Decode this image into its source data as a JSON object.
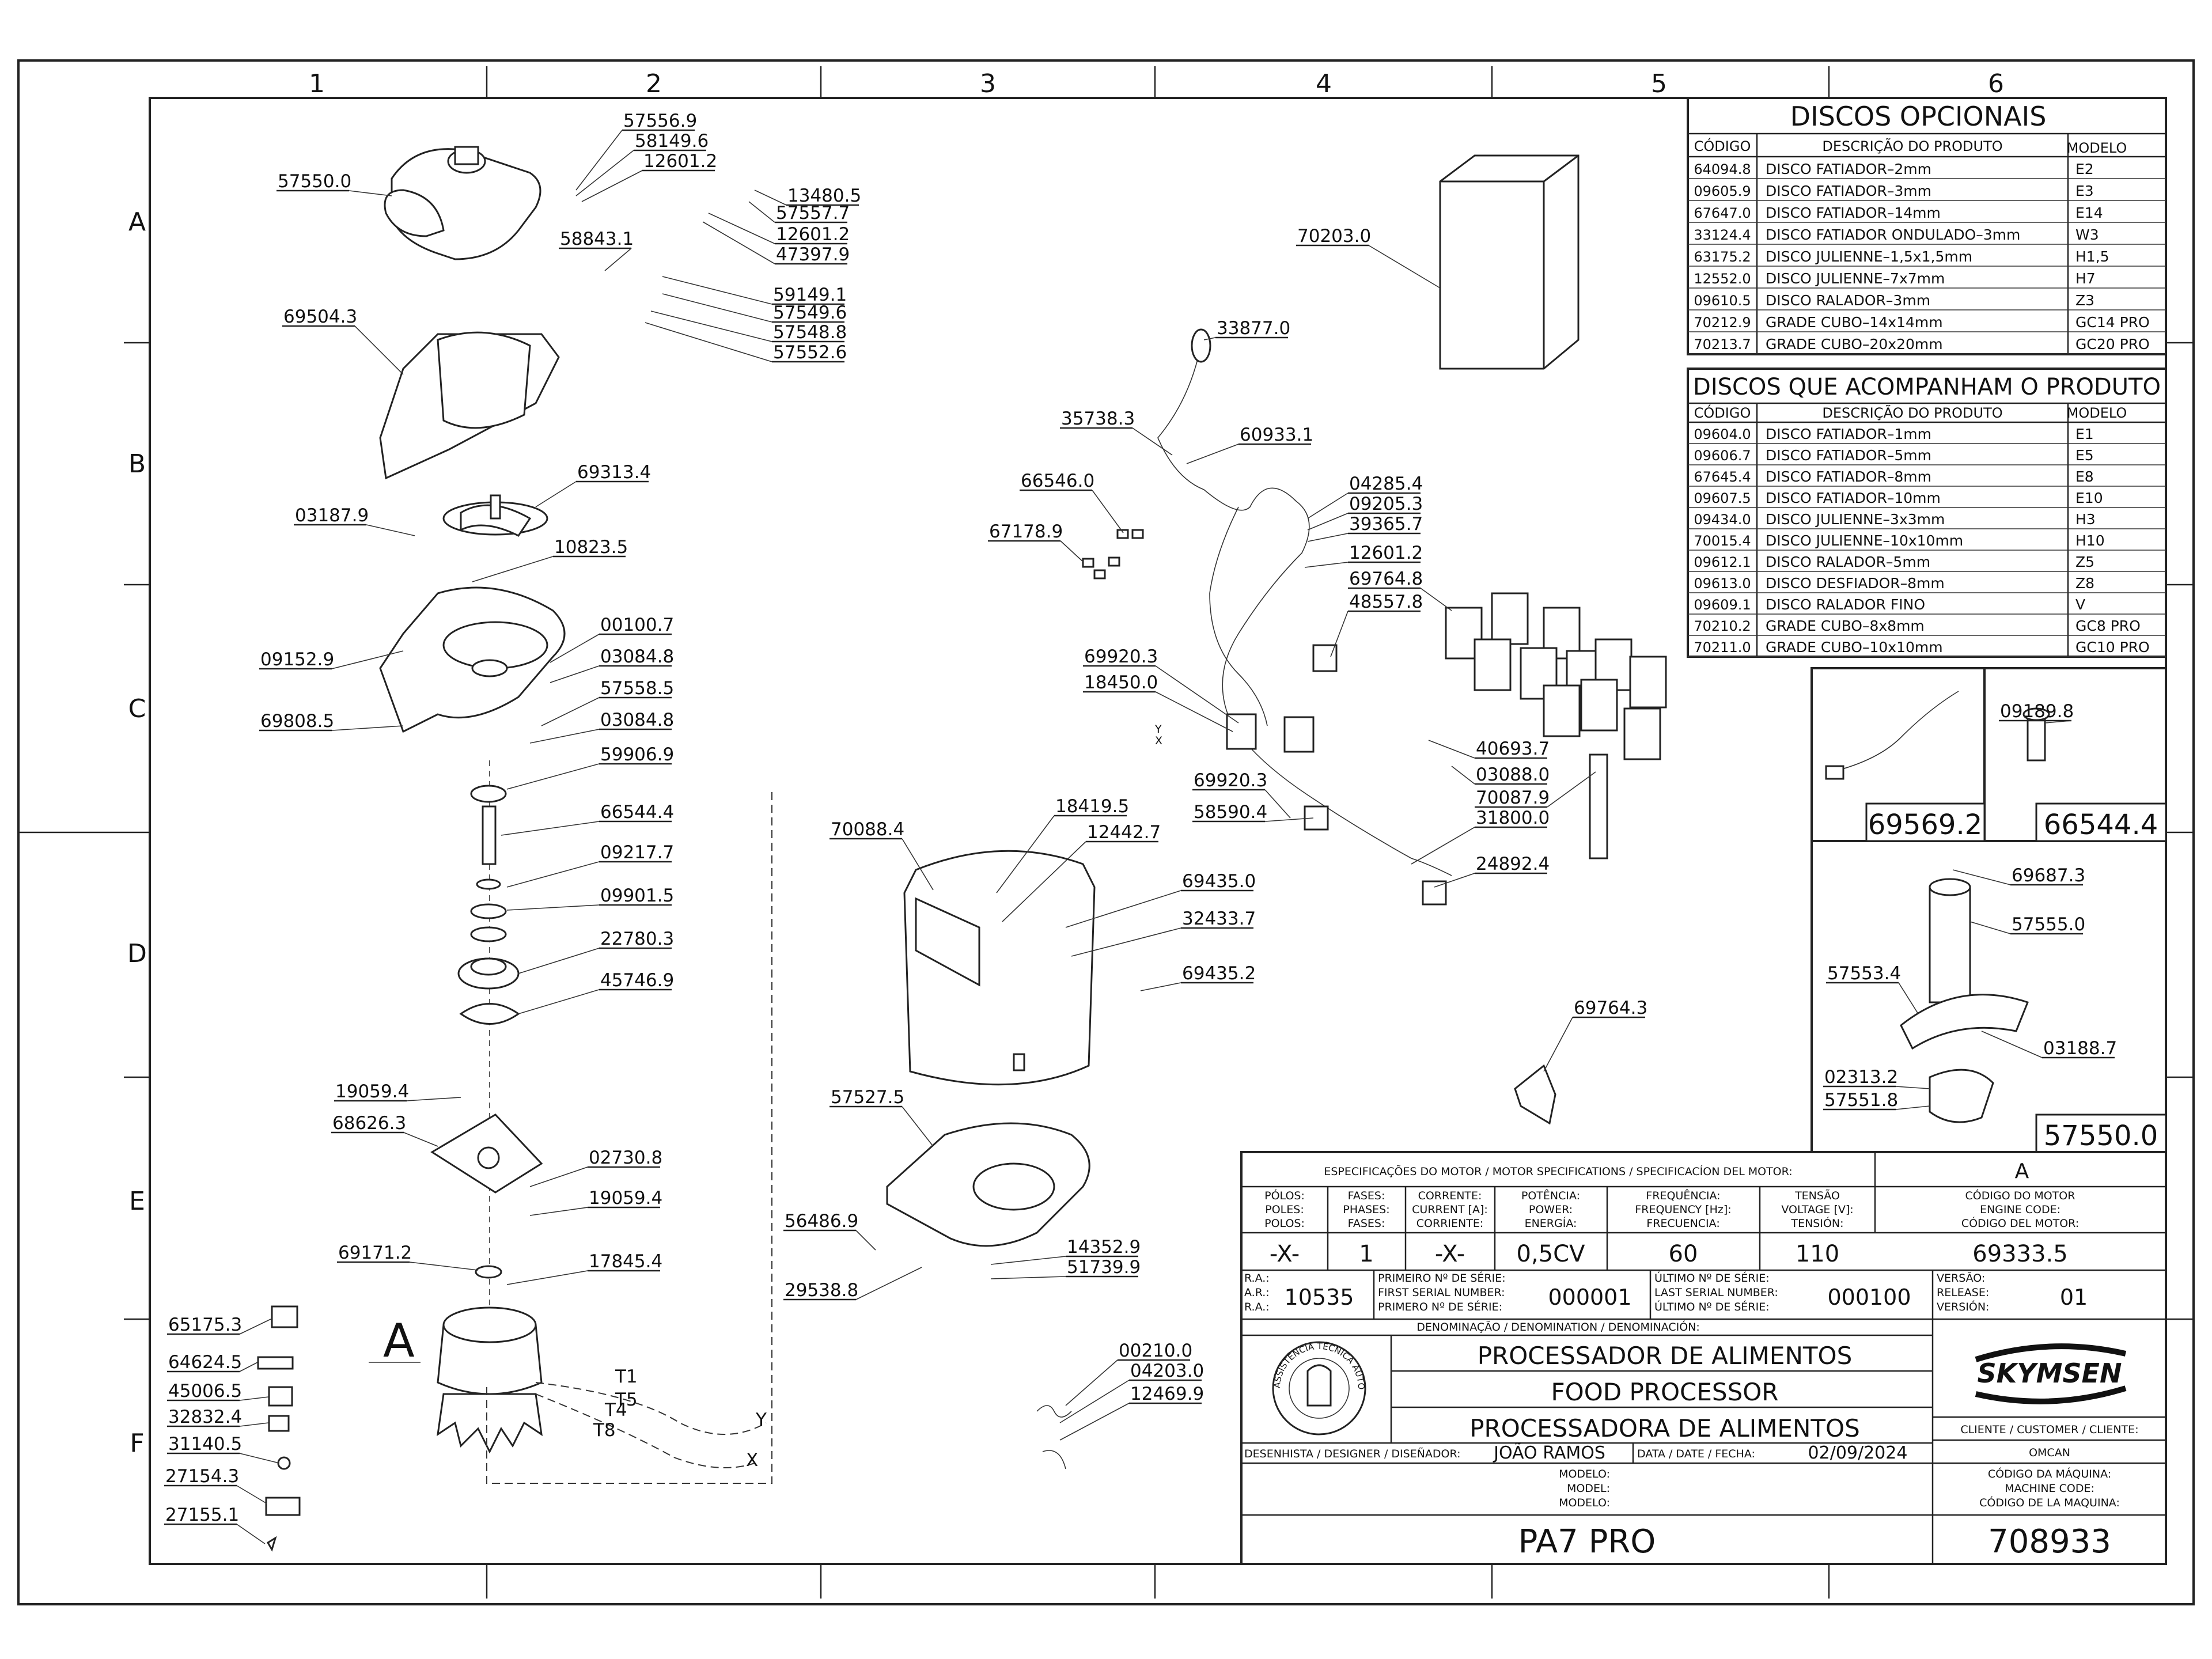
{
  "grid": {
    "columns": [
      "1",
      "2",
      "3",
      "4",
      "5",
      "6"
    ],
    "rows": [
      "A",
      "B",
      "C",
      "D",
      "E",
      "F"
    ]
  },
  "callouts": [
    {
      "id": "57556.9"
    },
    {
      "id": "58149.6"
    },
    {
      "id": "12601.2"
    },
    {
      "id": "57550.0"
    },
    {
      "id": "13480.5"
    },
    {
      "id": "57557.7"
    },
    {
      "id": "12601.2"
    },
    {
      "id": "47397.9"
    },
    {
      "id": "58843.1"
    },
    {
      "id": "59149.1"
    },
    {
      "id": "57549.6"
    },
    {
      "id": "57548.8"
    },
    {
      "id": "57552.6"
    },
    {
      "id": "69504.3"
    },
    {
      "id": "69313.4"
    },
    {
      "id": "03187.9"
    },
    {
      "id": "10823.5"
    },
    {
      "id": "00100.7"
    },
    {
      "id": "09152.9"
    },
    {
      "id": "03084.8"
    },
    {
      "id": "57558.5"
    },
    {
      "id": "69808.5"
    },
    {
      "id": "03084.8"
    },
    {
      "id": "59906.9"
    },
    {
      "id": "66544.4"
    },
    {
      "id": "09217.7"
    },
    {
      "id": "09901.5"
    },
    {
      "id": "22780.3"
    },
    {
      "id": "45746.9"
    },
    {
      "id": "19059.4"
    },
    {
      "id": "68626.3"
    },
    {
      "id": "02730.8"
    },
    {
      "id": "19059.4"
    },
    {
      "id": "69171.2"
    },
    {
      "id": "17845.4"
    },
    {
      "id": "65175.3"
    },
    {
      "id": "64624.5"
    },
    {
      "id": "45006.5"
    },
    {
      "id": "32832.4"
    },
    {
      "id": "31140.5"
    },
    {
      "id": "27154.3"
    },
    {
      "id": "27155.1"
    },
    {
      "id": "70203.0"
    },
    {
      "id": "33877.0"
    },
    {
      "id": "35738.3"
    },
    {
      "id": "60933.1"
    },
    {
      "id": "66546.0"
    },
    {
      "id": "67178.9"
    },
    {
      "id": "04285.4"
    },
    {
      "id": "09205.3"
    },
    {
      "id": "39365.7"
    },
    {
      "id": "12601.2"
    },
    {
      "id": "69764.8"
    },
    {
      "id": "48557.8"
    },
    {
      "id": "69920.3"
    },
    {
      "id": "18450.0"
    },
    {
      "id": "40693.7"
    },
    {
      "id": "03088.0"
    },
    {
      "id": "69920.3"
    },
    {
      "id": "70087.9"
    },
    {
      "id": "58590.4"
    },
    {
      "id": "31800.0"
    },
    {
      "id": "24892.4"
    },
    {
      "id": "70088.4"
    },
    {
      "id": "18419.5"
    },
    {
      "id": "12442.7"
    },
    {
      "id": "69435.0"
    },
    {
      "id": "32433.7"
    },
    {
      "id": "69435.2"
    },
    {
      "id": "69764.3"
    },
    {
      "id": "57527.5"
    },
    {
      "id": "56486.9"
    },
    {
      "id": "14352.9"
    },
    {
      "id": "51739.9"
    },
    {
      "id": "29538.8"
    },
    {
      "id": "00210.0"
    },
    {
      "id": "04203.0"
    },
    {
      "id": "12469.9"
    },
    {
      "id": "09189.8"
    },
    {
      "id": "69687.3"
    },
    {
      "id": "57555.0"
    },
    {
      "id": "57553.4"
    },
    {
      "id": "03188.7"
    },
    {
      "id": "02313.2"
    },
    {
      "id": "57551.8"
    }
  ],
  "wire_labels": [
    "T1",
    "T5",
    "T4",
    "T8",
    "Y",
    "X",
    "Y",
    "X"
  ],
  "view_marker": "A",
  "boxed_labels": {
    "kit1": "69569.2",
    "kit2": "66544.4",
    "kit3": "57550.0"
  },
  "optional_discs": {
    "title": "DISCOS OPCIONAIS",
    "headers": [
      "CÓDIGO",
      "DESCRIÇÃO DO PRODUTO",
      "MODELO"
    ],
    "rows": [
      [
        "64094.8",
        "DISCO FATIADOR–2mm",
        "E2"
      ],
      [
        "09605.9",
        "DISCO FATIADOR–3mm",
        "E3"
      ],
      [
        "67647.0",
        "DISCO FATIADOR–14mm",
        "E14"
      ],
      [
        "33124.4",
        "DISCO FATIADOR ONDULADO–3mm",
        "W3"
      ],
      [
        "63175.2",
        "DISCO JULIENNE–1,5x1,5mm",
        "H1,5"
      ],
      [
        "12552.0",
        "DISCO JULIENNE–7x7mm",
        "H7"
      ],
      [
        "09610.5",
        "DISCO RALADOR–3mm",
        "Z3"
      ],
      [
        "70212.9",
        "GRADE CUBO–14x14mm",
        "GC14 PRO"
      ],
      [
        "70213.7",
        "GRADE CUBO–20x20mm",
        "GC20 PRO"
      ]
    ]
  },
  "included_discs": {
    "title": "DISCOS QUE ACOMPANHAM O PRODUTO",
    "headers": [
      "CÓDIGO",
      "DESCRIÇÃO DO PRODUTO",
      "MODELO"
    ],
    "rows": [
      [
        "09604.0",
        "DISCO FATIADOR–1mm",
        "E1"
      ],
      [
        "09606.7",
        "DISCO FATIADOR–5mm",
        "E5"
      ],
      [
        "67645.4",
        "DISCO FATIADOR–8mm",
        "E8"
      ],
      [
        "09607.5",
        "DISCO FATIADOR–10mm",
        "E10"
      ],
      [
        "09434.0",
        "DISCO JULIENNE–3x3mm",
        "H3"
      ],
      [
        "70015.4",
        "DISCO JULIENNE–10x10mm",
        "H10"
      ],
      [
        "09612.1",
        "DISCO RALADOR–5mm",
        "Z5"
      ],
      [
        "09613.0",
        "DISCO DESFIADOR–8mm",
        "Z8"
      ],
      [
        "09609.1",
        "DISCO RALADOR FINO",
        "V"
      ],
      [
        "70210.2",
        "GRADE CUBO–8x8mm",
        "GC8 PRO"
      ],
      [
        "70211.0",
        "GRADE CUBO–10x10mm",
        "GC10 PRO"
      ]
    ]
  },
  "title_block": {
    "motor_spec_title": "ESPECIFICAÇÕES DO MOTOR / MOTOR SPECIFICATIONS / SPECIFICACÍON DEL MOTOR:",
    "motor_marker": "A",
    "spec_headers": [
      [
        "PÓLOS:",
        "POLES:",
        "POLOS:"
      ],
      [
        "FASES:",
        "PHASES:",
        "FASES:"
      ],
      [
        "CORRENTE:",
        "CURRENT [A]:",
        "CORRIENTE:"
      ],
      [
        "POTÊNCIA:",
        "POWER:",
        "ENERGÍA:"
      ],
      [
        "FREQUÊNCIA:",
        "FREQUENCY [Hz]:",
        "FRECUENCIA:"
      ],
      [
        "TENSÃO",
        "VOLTAGE [V]:",
        "TENSIÓN:"
      ],
      [
        "CÓDIGO DO MOTOR",
        "ENGINE CODE:",
        "CÓDIGO DEL MOTOR:"
      ]
    ],
    "spec_values": [
      "-X-",
      "1",
      "-X-",
      "0,5CV",
      "60",
      "110",
      "69333.5"
    ],
    "ra_labels": [
      "R.A.:",
      "A.R.:",
      "R.A.:"
    ],
    "ra_value": "10535",
    "first_serial_labels": [
      "PRIMEIRO Nº DE SÉRIE:",
      "FIRST SERIAL NUMBER:",
      "PRIMERO Nº DE SÉRIE:"
    ],
    "first_serial": "000001",
    "last_serial_labels": [
      "ÚLTIMO Nº DE SÉRIE:",
      "LAST SERIAL NUMBER:",
      "ÚLTIMO Nº DE SÉRIE:"
    ],
    "last_serial": "000100",
    "version_labels": [
      "VERSÃO:",
      "RELEASE:",
      "VERSIÓN:"
    ],
    "version": "01",
    "denomination_label": "DENOMINAÇÃO / DENOMINATION / DENOMINACIÓN:",
    "names": [
      "PROCESSADOR DE ALIMENTOS",
      "FOOD PROCESSOR",
      "PROCESSADORA DE ALIMENTOS"
    ],
    "brand": "SKYMSEN",
    "stamp_text": "ASSISTÊNCIA TÉCNICA AUTORIZADA",
    "client_label": "CLIENTE / CUSTOMER / CLIENTE:",
    "client": "OMCAN",
    "designer_label": "DESENHISTA / DESIGNER / DISEÑADOR:",
    "designer": "JOÃO RAMOS",
    "date_label": "DATA / DATE / FECHA:",
    "date": "02/09/2024",
    "model_labels": [
      "MODELO:",
      "MODEL:",
      "MODELO:"
    ],
    "machine_code_labels": [
      "CÓDIGO DA MÁQUINA:",
      "MACHINE CODE:",
      "CÓDIGO DE LA MAQUINA:"
    ],
    "model": "PA7 PRO",
    "machine_code": "708933"
  }
}
